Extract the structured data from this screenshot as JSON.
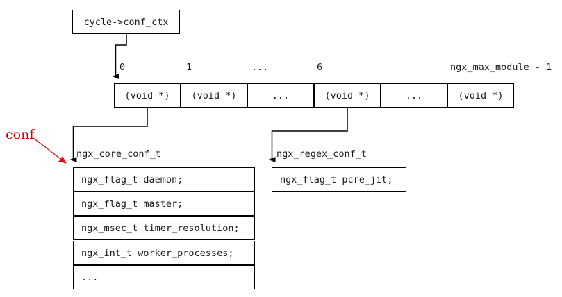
{
  "diagram": {
    "root": {
      "label": "cycle->conf_ctx"
    },
    "array": {
      "indices": [
        "0",
        "1",
        "...",
        "6",
        "ngx_max_module - 1"
      ],
      "cells": [
        "(void *)",
        "(void *)",
        "...",
        "(void *)",
        "...",
        "(void *)"
      ]
    },
    "structs": [
      {
        "title": "ngx_core_conf_t",
        "fields": [
          "ngx_flag_t daemon;",
          "ngx_flag_t master;",
          "ngx_msec_t timer_resolution;",
          "ngx_int_t worker_processes;",
          "..."
        ]
      },
      {
        "title": "ngx_regex_conf_t",
        "fields": [
          "ngx_flag_t pcre_jit;"
        ]
      }
    ],
    "annotation": {
      "label": "conf",
      "color": "#cc0000"
    }
  }
}
